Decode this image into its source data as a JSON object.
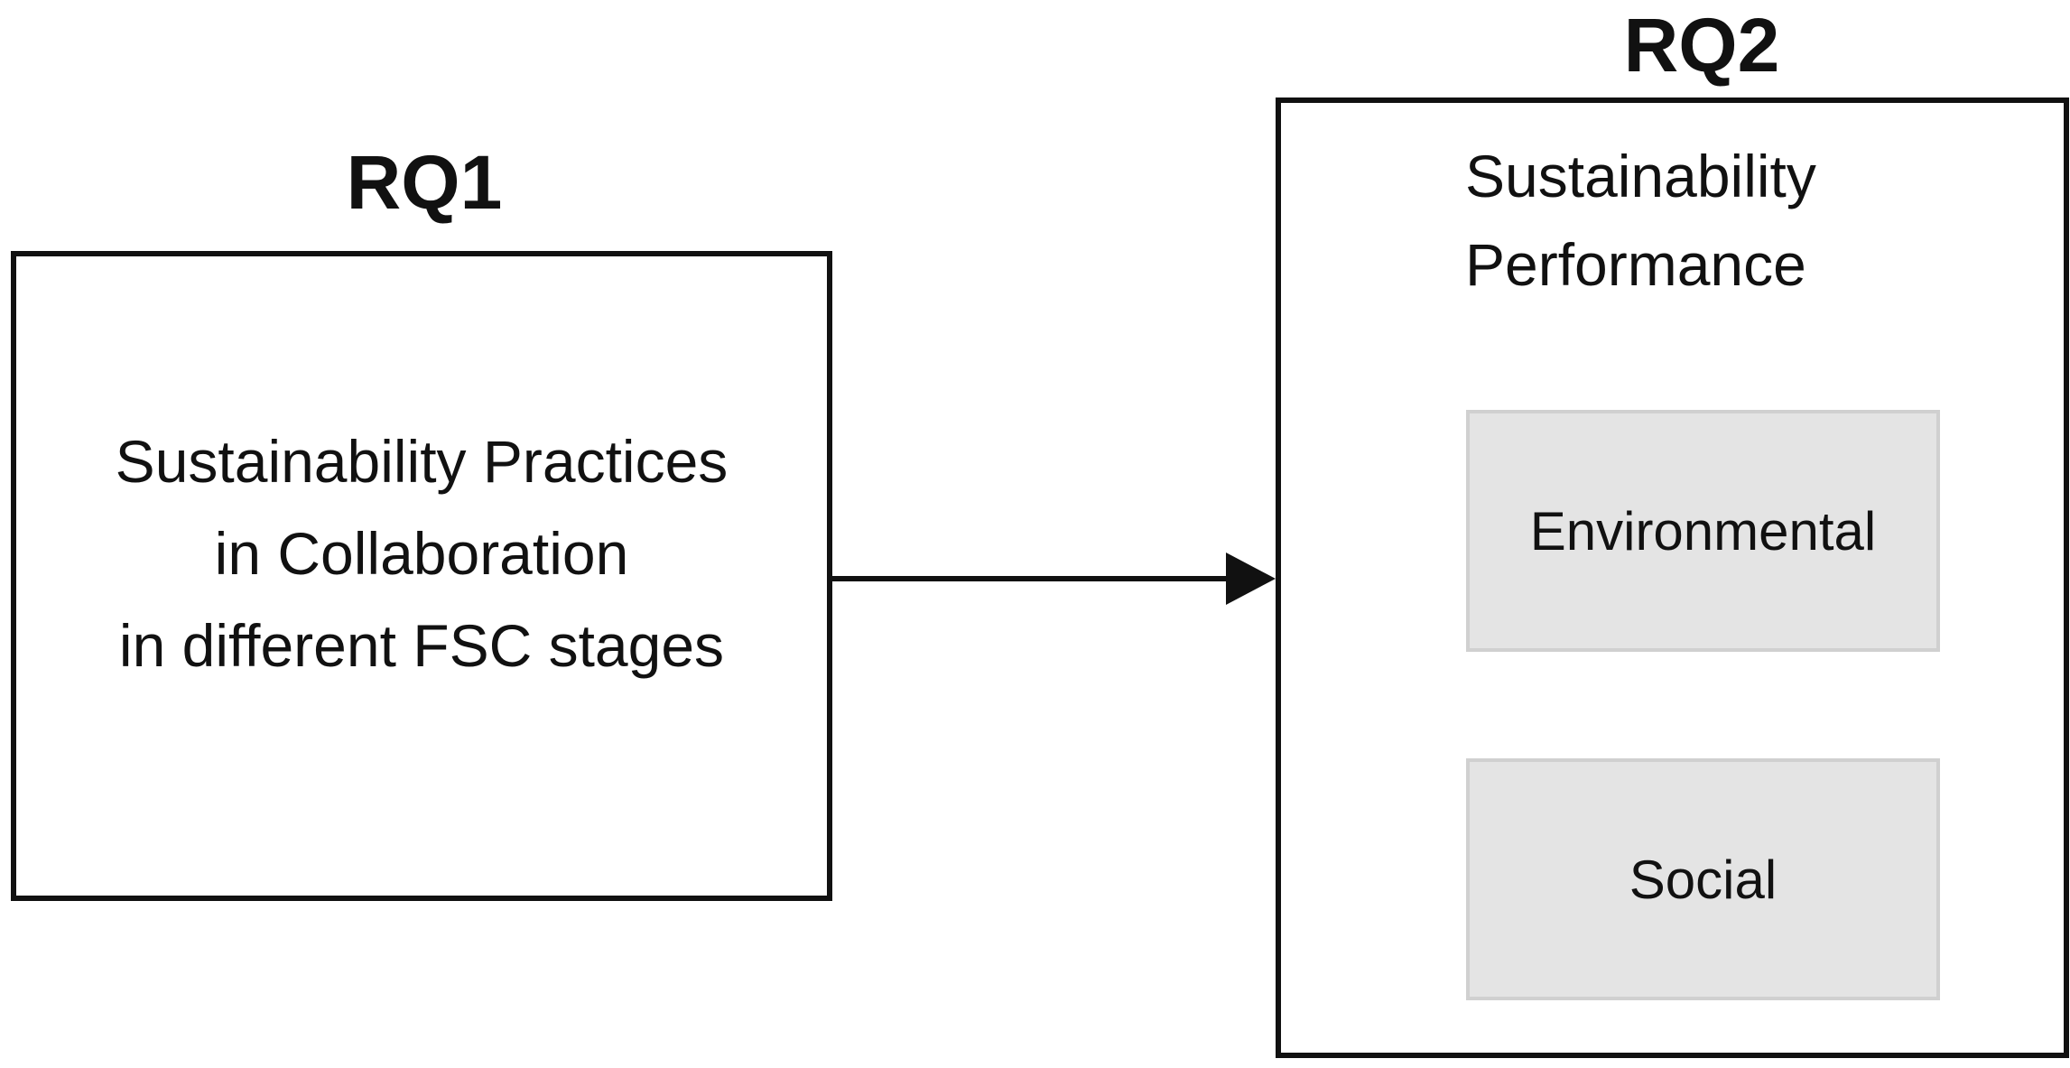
{
  "rq1": {
    "label": "RQ1",
    "lines": [
      "Sustainability  Practices",
      "in Collaboration",
      "in different FSC stages"
    ]
  },
  "rq2": {
    "label": "RQ2",
    "title_lines": [
      "Sustainability",
      "Performance"
    ],
    "dimensions": [
      "Environmental",
      "Social"
    ]
  },
  "colors": {
    "stroke": "#111111",
    "sub_box_fill": "#e4e4e4",
    "sub_box_border": "#d0d0d0"
  }
}
